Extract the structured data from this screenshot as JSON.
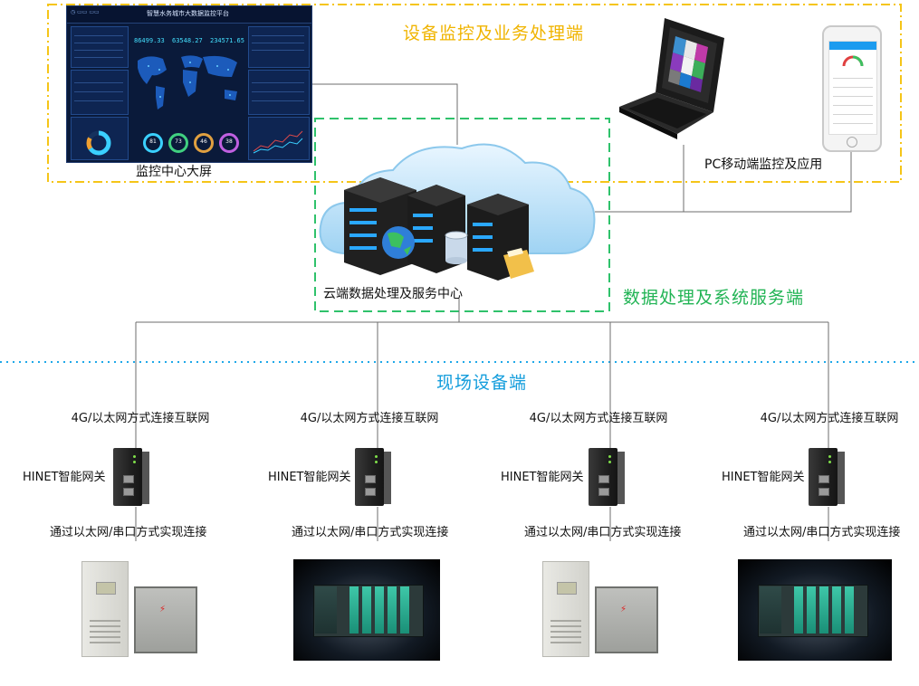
{
  "zones": {
    "monitoring": "设备监控及业务处理端",
    "processing": "数据处理及系统服务端",
    "field": "现场设备端"
  },
  "captions": {
    "big_screen": "监控中心大屏",
    "pc_mobile": "PC移动端监控及应用",
    "cloud": "云端数据处理及服务中心"
  },
  "dashboard": {
    "title": "智慧水务城市大数据监控平台",
    "kpis": [
      "86499.33",
      "63548.27",
      "234571.65"
    ],
    "gauges": [
      "81",
      "73",
      "46",
      "38"
    ],
    "colors": {
      "background": "#0a1a3a",
      "accent": "#44e0ff"
    }
  },
  "field_units": [
    {
      "connection": "4G/以太网方式连接互联网",
      "gateway": "HINET智能网关",
      "link": "通过以太网/串口方式实现连接",
      "equipment": "cabinet"
    },
    {
      "connection": "4G/以太网方式连接互联网",
      "gateway": "HINET智能网关",
      "link": "通过以太网/串口方式实现连接",
      "equipment": "plc"
    },
    {
      "connection": "4G/以太网方式连接互联网",
      "gateway": "HINET智能网关",
      "link": "通过以太网/串口方式实现连接",
      "equipment": "cabinet"
    },
    {
      "connection": "4G/以太网方式连接互联网",
      "gateway": "HINET智能网关",
      "link": "通过以太网/串口方式实现连接",
      "equipment": "plc"
    }
  ],
  "colors": {
    "monitoring_zone": "#f5c518",
    "processing_zone": "#2fc26b",
    "field_zone": "#1fa8e8",
    "wires": "#6e6e6e"
  }
}
